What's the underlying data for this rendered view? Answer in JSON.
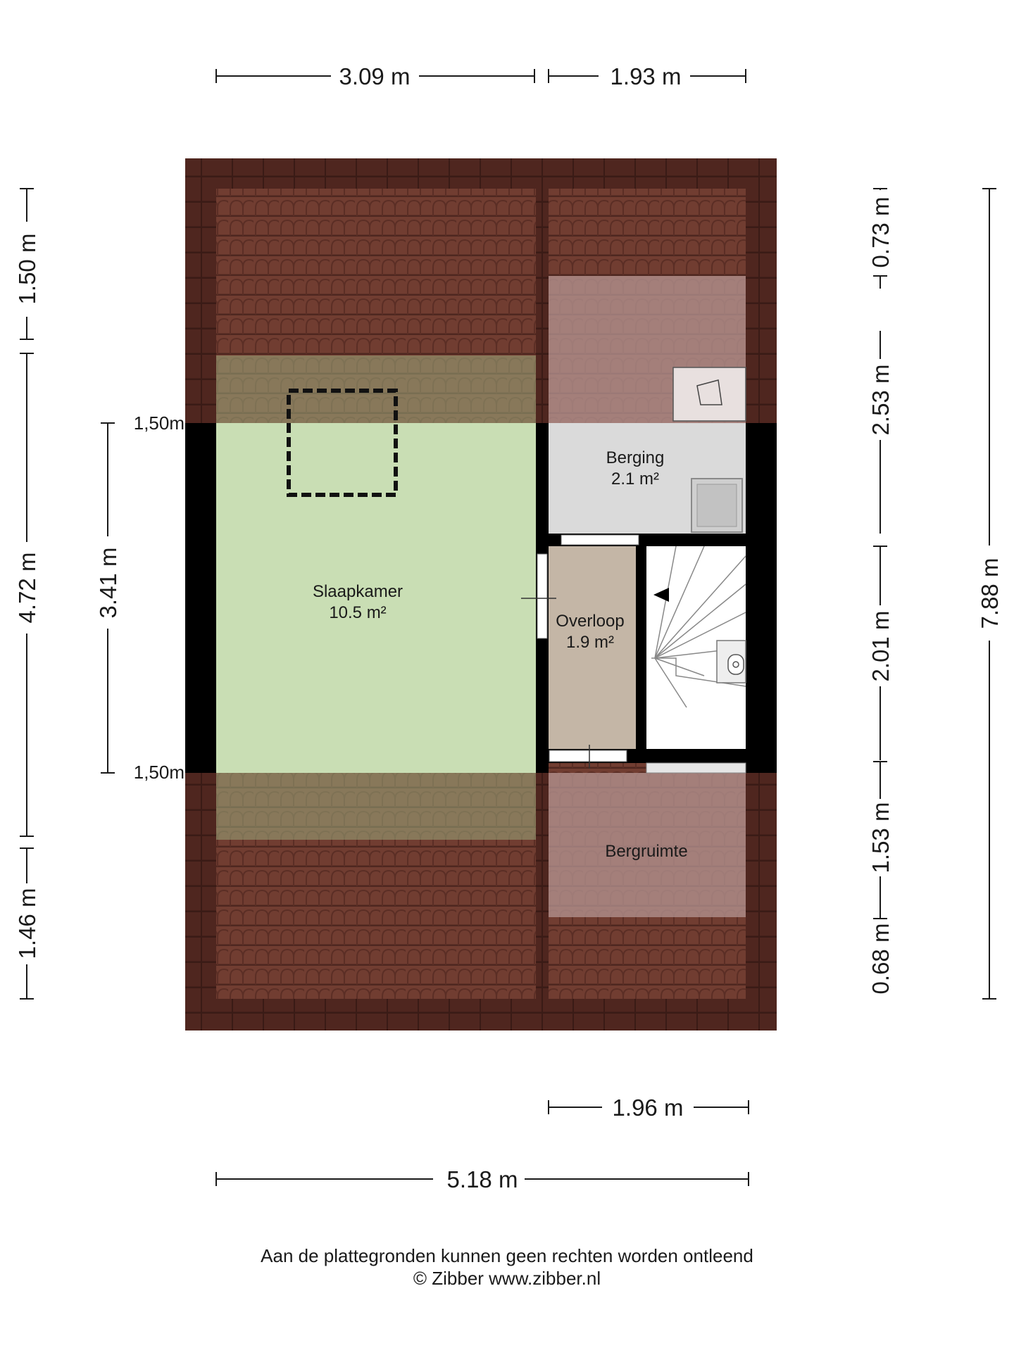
{
  "rooms": {
    "slaapkamer": {
      "name": "Slaapkamer",
      "area": "10.5 m²"
    },
    "berging": {
      "name": "Berging",
      "area": "2.1 m²"
    },
    "overloop": {
      "name": "Overloop",
      "area": "1.9 m²"
    },
    "bergruimte": {
      "name": "Bergruimte"
    }
  },
  "dimensions": {
    "top_left": "3.09 m",
    "top_right": "1.93 m",
    "bottom_right": "1.96 m",
    "bottom_total": "5.18 m",
    "left_top": "1.50 m",
    "left_mid": "4.72 m",
    "left_bottom": "1.46 m",
    "inner_height": "3.41 m",
    "inner_top_mark": "1,50m",
    "inner_bottom_mark": "1,50m",
    "right_a": "0.73 m",
    "right_b": "2.53 m",
    "right_c": "2.01 m",
    "right_d": "1.53 m",
    "right_e": "0.68 m",
    "right_total": "7.88 m"
  },
  "footer": {
    "disclaimer": "Aan de plattegronden kunnen geen rechten worden ontleend",
    "copyright": "© Zibber www.zibber.nl"
  },
  "colors": {
    "roof": "#6f3b30",
    "roof_dark": "#4e2720",
    "wall": "#000000",
    "slaapkamer": "#c9deb4",
    "berging": "#dadada",
    "overloop": "#c4b6a6",
    "bergruimte_overlay": "#ab8683"
  }
}
